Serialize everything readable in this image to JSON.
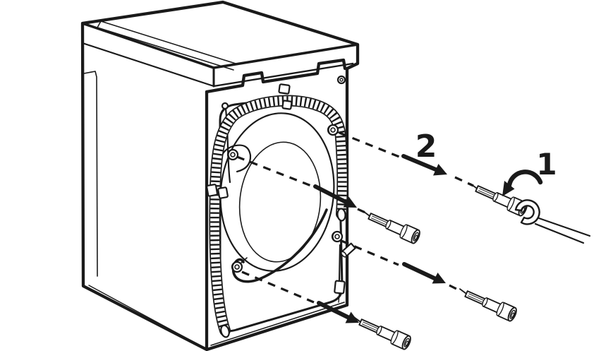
{
  "figure": {
    "kind": "appliance-manual-line-diagram",
    "subject": "washing-machine-rear-view-transit-bolt-removal",
    "background_color": "#ffffff",
    "line_color": "#1a1a1a",
    "steps": [
      {
        "label": "1"
      },
      {
        "label": "2"
      }
    ],
    "parts": {
      "machine": "washing-machine-cabinet-rear-three-quarter-view",
      "rear_panel": [
        "recessed-panel",
        "tub-bulge-ovals",
        "drain-hose-corrugated",
        "power-cord",
        "hose-clips",
        "transit-bolt-holes"
      ],
      "bolt_holes": [
        "top-right-hole",
        "mid-left-hole",
        "right-middle-hole",
        "bottom-left-hole"
      ],
      "loose_bolts": [
        "transit-bolt-at-wrench",
        "transit-bolt-middle",
        "transit-bolt-lower-right",
        "transit-bolt-bottom"
      ],
      "tool": "open-end-wrench",
      "annotations": [
        "rotation-arrow",
        "pull-out-arrows",
        "dashed-trajectories"
      ]
    }
  }
}
